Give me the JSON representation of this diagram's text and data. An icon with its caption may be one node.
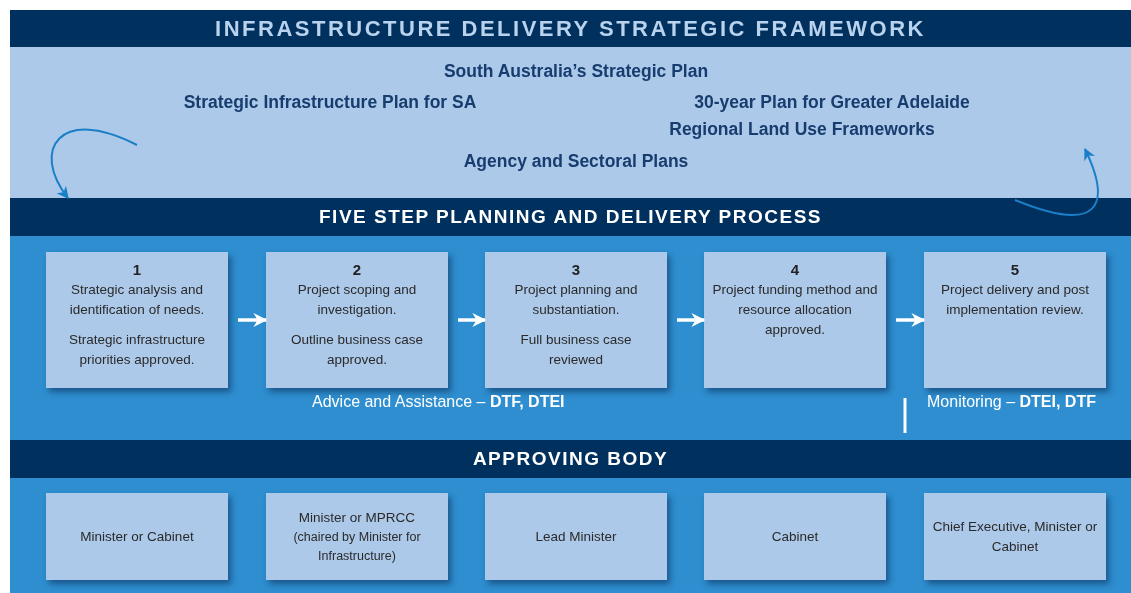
{
  "diagram": {
    "title": "INFRASTRUCTURE DELIVERY STRATEGIC FRAMEWORK",
    "nodes": [
      {
        "text": [
          "South Australia’s Strategic Plan",
          "Strategic Infrastructure Plan for SA",
          "30-year Plan for Greater Adelaide",
          "Regional Land Use Frameworks",
          "Agency and Sectoral Plans"
        ]
      },
      {
        "text": [
          "FIVE STEP PLANNING AND DELIVERY PROCESS"
        ]
      },
      {
        "text": [
          "1",
          "Strategic analysis and identification of needs.",
          "Strategic infrastructure priorities approved."
        ],
        "in": 1
      },
      {
        "text": [
          "2",
          "Project scoping and investigation.",
          "Outline business case approved."
        ],
        "in": 1
      },
      {
        "text": [
          "3",
          "Project planning and substantiation.",
          "Full business case reviewed"
        ],
        "in": 1
      },
      {
        "text": [
          "4",
          "Project funding method and resource allocation approved."
        ],
        "in": 1
      },
      {
        "text": [
          "5",
          "Project delivery and post implementation review."
        ],
        "in": 1
      },
      {
        "text": [
          "APPROVING BODY"
        ]
      },
      {
        "text": [
          "Minister or Cabinet"
        ],
        "in": 7
      },
      {
        "text": [
          "Minister or MPRCC",
          "(chaired by Minister for Infrastructure)"
        ],
        "in": 7
      },
      {
        "text": [
          "Lead Minister"
        ],
        "in": 7
      },
      {
        "text": [
          "Cabinet"
        ],
        "in": 7
      },
      {
        "text": [
          "Chief Executive, Minister or Cabinet"
        ],
        "in": 7
      }
    ],
    "edges": [
      {
        "from": 0,
        "to": 1,
        "arrow": "to",
        "color": "#1b7fc8"
      },
      {
        "from": 1,
        "to": 0,
        "arrow": "to",
        "color": "#1b7fc8"
      },
      {
        "from": 2,
        "to": 3,
        "arrow": "to"
      },
      {
        "from": 3,
        "to": 4,
        "arrow": "to"
      },
      {
        "from": 4,
        "to": 5,
        "arrow": "to"
      },
      {
        "from": 5,
        "to": 6,
        "arrow": "to"
      }
    ],
    "labels": [
      "Advice and Assistance – **DTF, DTEI**",
      "Monitoring – **DTEI, DTF**"
    ]
  }
}
